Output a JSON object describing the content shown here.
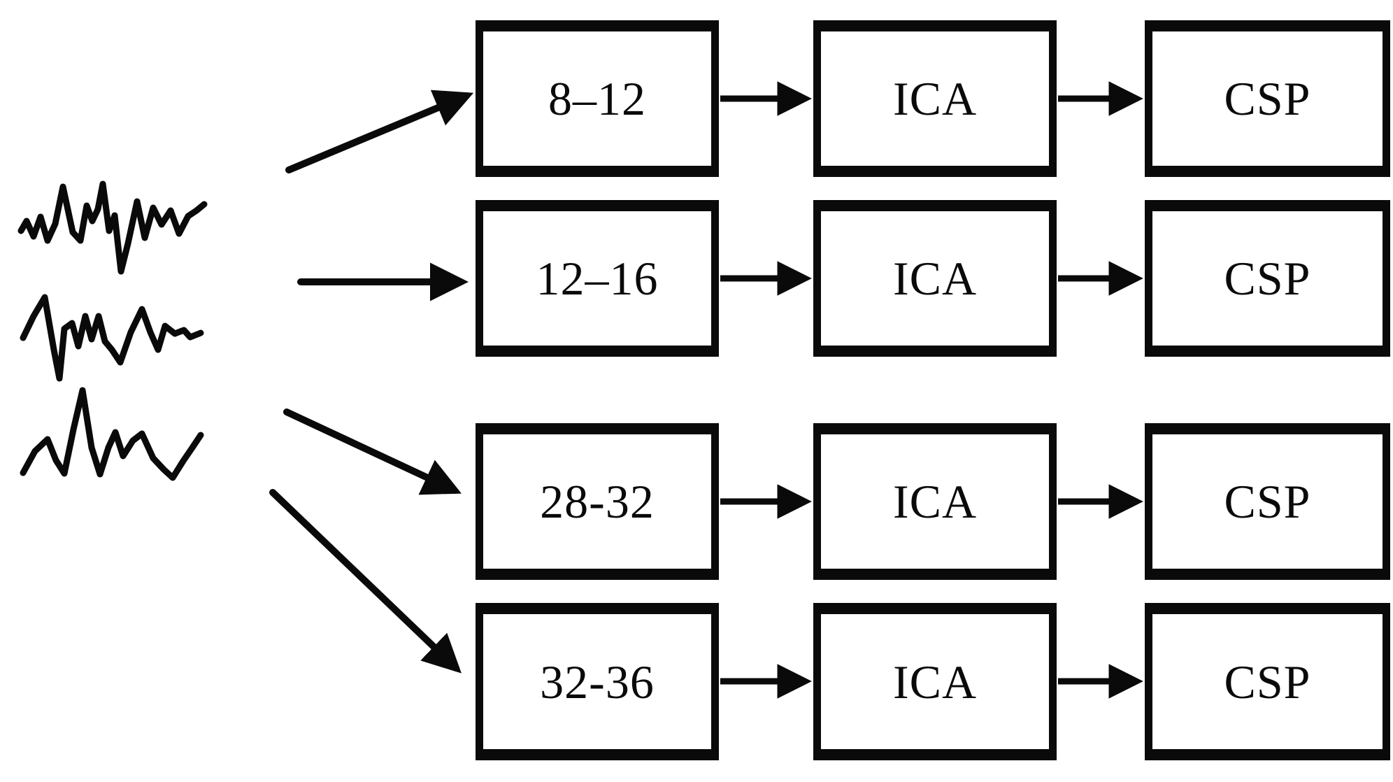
{
  "colors": {
    "ink": "#0a0a0a",
    "background": "#ffffff"
  },
  "icons": {
    "source_signals": [
      "eeg-waveform-1-icon",
      "eeg-waveform-2-icon",
      "eeg-waveform-3-icon"
    ],
    "connector": "arrow-right-icon"
  },
  "pipeline": {
    "rows": [
      {
        "band": "8–12",
        "stage1": "ICA",
        "stage2": "CSP"
      },
      {
        "band": "12–16",
        "stage1": "ICA",
        "stage2": "CSP"
      },
      {
        "band": "28-32",
        "stage1": "ICA",
        "stage2": "CSP"
      },
      {
        "band": "32-36",
        "stage1": "ICA",
        "stage2": "CSP"
      }
    ]
  }
}
